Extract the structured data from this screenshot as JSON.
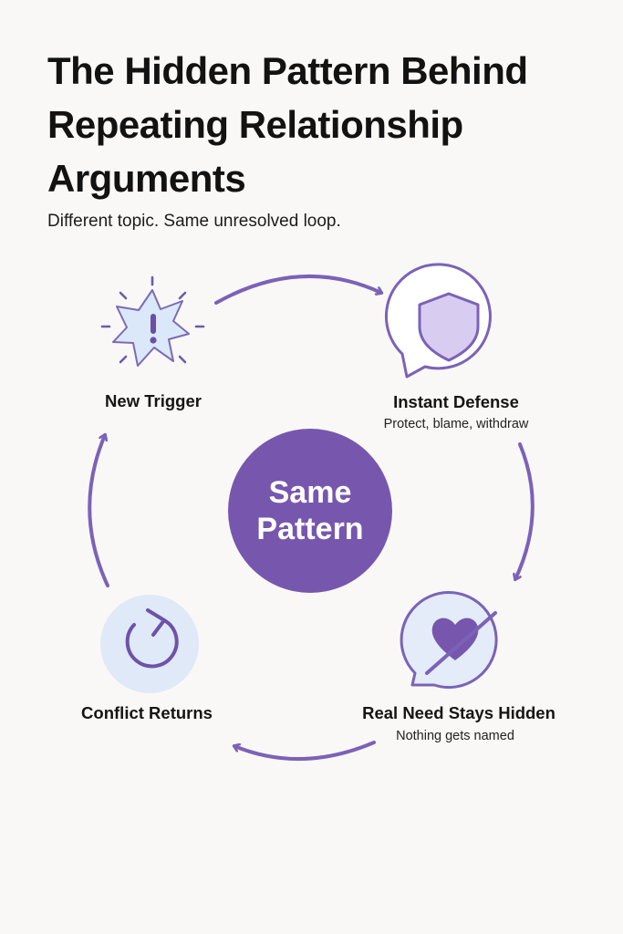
{
  "title": "The Hidden Pattern Behind Repeating Relationship Arguments",
  "subtitle": "Different topic. Same unresolved loop.",
  "center_label": "Same\nPattern",
  "steps": [
    {
      "label": "New Trigger",
      "sublabel": "",
      "icon": "alert-burst-icon"
    },
    {
      "label": "Instant Defense",
      "sublabel": "Protect, blame, withdraw",
      "icon": "shield-bubble-icon"
    },
    {
      "label": "Real Need Stays Hidden",
      "sublabel": "Nothing gets named",
      "icon": "crossed-heart-bubble-icon"
    },
    {
      "label": "Conflict Returns",
      "sublabel": "",
      "icon": "refresh-icon"
    }
  ],
  "colors": {
    "accent": "#7757ad",
    "arrow": "#7b62b8",
    "light_fill": "#dfe9f8",
    "shield_fill": "#d8cdf1"
  }
}
